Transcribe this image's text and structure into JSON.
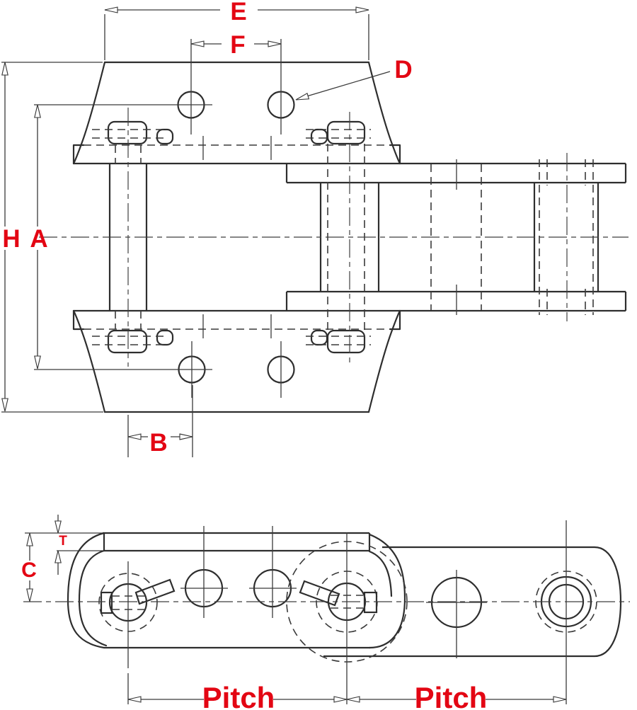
{
  "drawing": {
    "type": "engineering-dimensional-diagram",
    "description": "Roller chain attachment link drawing, plan view (top) and side elevation view (bottom) with red dimension labels",
    "colors": {
      "label_red": "#e30613",
      "line_dark": "#2e2e2e"
    },
    "top_view": {
      "name": "plan-view",
      "labels": {
        "E": "E",
        "F": "F",
        "D": "D",
        "H": "H",
        "A": "A",
        "B": "B"
      }
    },
    "side_view": {
      "name": "side-elevation-view",
      "labels": {
        "T": "T",
        "C": "C",
        "pitch_left": "Pitch",
        "pitch_right": "Pitch"
      }
    }
  }
}
